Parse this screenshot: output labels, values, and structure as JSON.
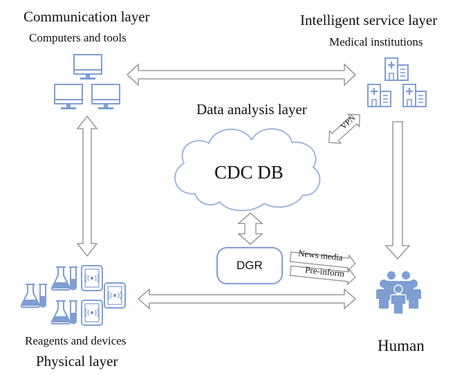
{
  "layers": {
    "communication": {
      "title": "Communication layer",
      "subtitle": "Computers and tools"
    },
    "intelligent": {
      "title": "Intelligent service layer",
      "subtitle": "Medical institutions"
    },
    "data_analysis": {
      "title": "Data analysis layer",
      "db_label": "CDC DB"
    },
    "physical": {
      "title": "Physical layer",
      "subtitle": "Reagents and devices"
    },
    "human": {
      "title": "Human"
    }
  },
  "dgr": {
    "label": "DGR"
  },
  "arrow_labels": {
    "vpn": "VPN",
    "news_media": "News media",
    "pre_inform": "Pre-inform"
  },
  "colors": {
    "icon": "#7f9ed2",
    "arrow": "#888888",
    "text": "#111111"
  },
  "icons": [
    "computer-icon",
    "hospital-icon",
    "cloud-icon",
    "flask-icon",
    "test-tube-icon",
    "nfc-device-icon",
    "people-group-icon"
  ]
}
